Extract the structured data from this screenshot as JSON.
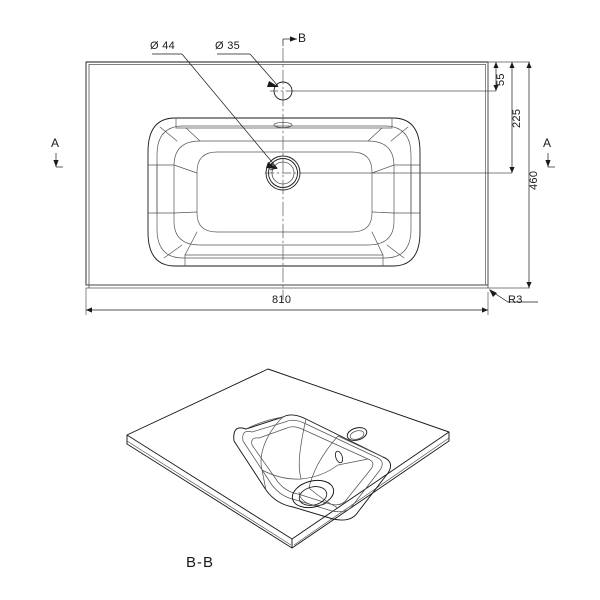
{
  "drawing": {
    "type": "engineering-drawing",
    "subject": "washbasin-vanity-top",
    "units": "mm",
    "background_color": "#ffffff",
    "line_color": "#1a1a1a",
    "thin_line_color": "#555555"
  },
  "top_view": {
    "name": "plan-view",
    "dimensions": {
      "width_overall": "810",
      "depth_overall": "460",
      "tap_hole_from_rear": "55",
      "drain_from_rear": "225",
      "corner_radius": "R3"
    },
    "callouts": {
      "drain_diameter": "Ø 44",
      "tap_hole_diameter": "Ø 35"
    },
    "section_marks": {
      "left_a": "A",
      "right_a": "A",
      "top_b": "B"
    }
  },
  "iso_view": {
    "name": "isometric-section-view",
    "label": "B-B"
  }
}
